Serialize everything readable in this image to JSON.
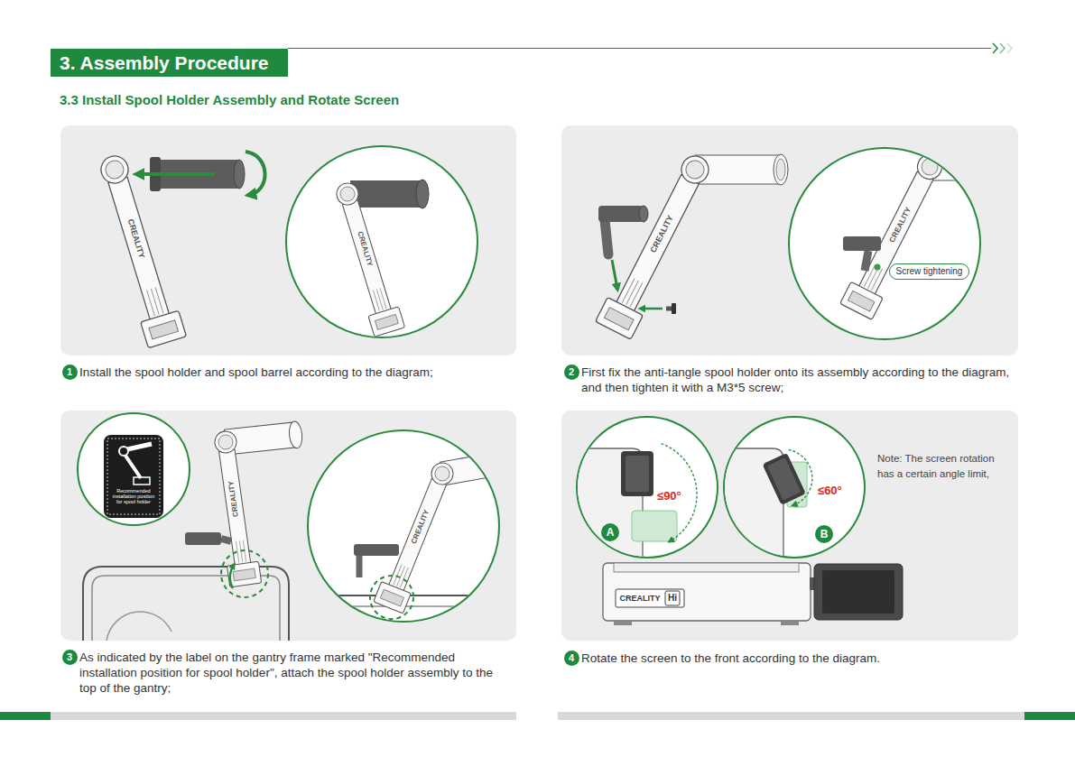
{
  "diagram": {
    "title": "3.3 Install Spool Holder Assembly and Rotate Screen",
    "nodes": [
      {
        "text": [
          "3. Assembly Procedure"
        ]
      },
      {
        "text": [
          "1"
        ]
      },
      {
        "text": [
          "Screw tightening"
        ]
      },
      {
        "text": [
          "2"
        ]
      },
      {
        "text": [
          "A"
        ]
      },
      {
        "text": [
          "B"
        ]
      },
      {
        "text": [
          "3"
        ]
      },
      {
        "text": [
          "4"
        ]
      }
    ],
    "labels": [
      "CREALITY",
      "CREALITY",
      "Install the spool holder and spool barrel according to the diagram;",
      "CREALITY",
      "CREALITY",
      "First fix the anti-tangle spool holder onto its assembly according to the diagram, and then tighten it with a M3*5 screw;",
      "Recommended installation position for spool holder",
      "CREALITY",
      "CREALITY",
      "As indicated by the label on the gantry frame marked \"Recommended installation position for spool holder\", attach the spool holder assembly to the top of the gantry;",
      "≤90°",
      "≤60°",
      "Note: The screen rotation has a certain angle limit,",
      "CREALITY",
      "Hi",
      "Rotate the screen to the front according to the diagram."
    ]
  }
}
